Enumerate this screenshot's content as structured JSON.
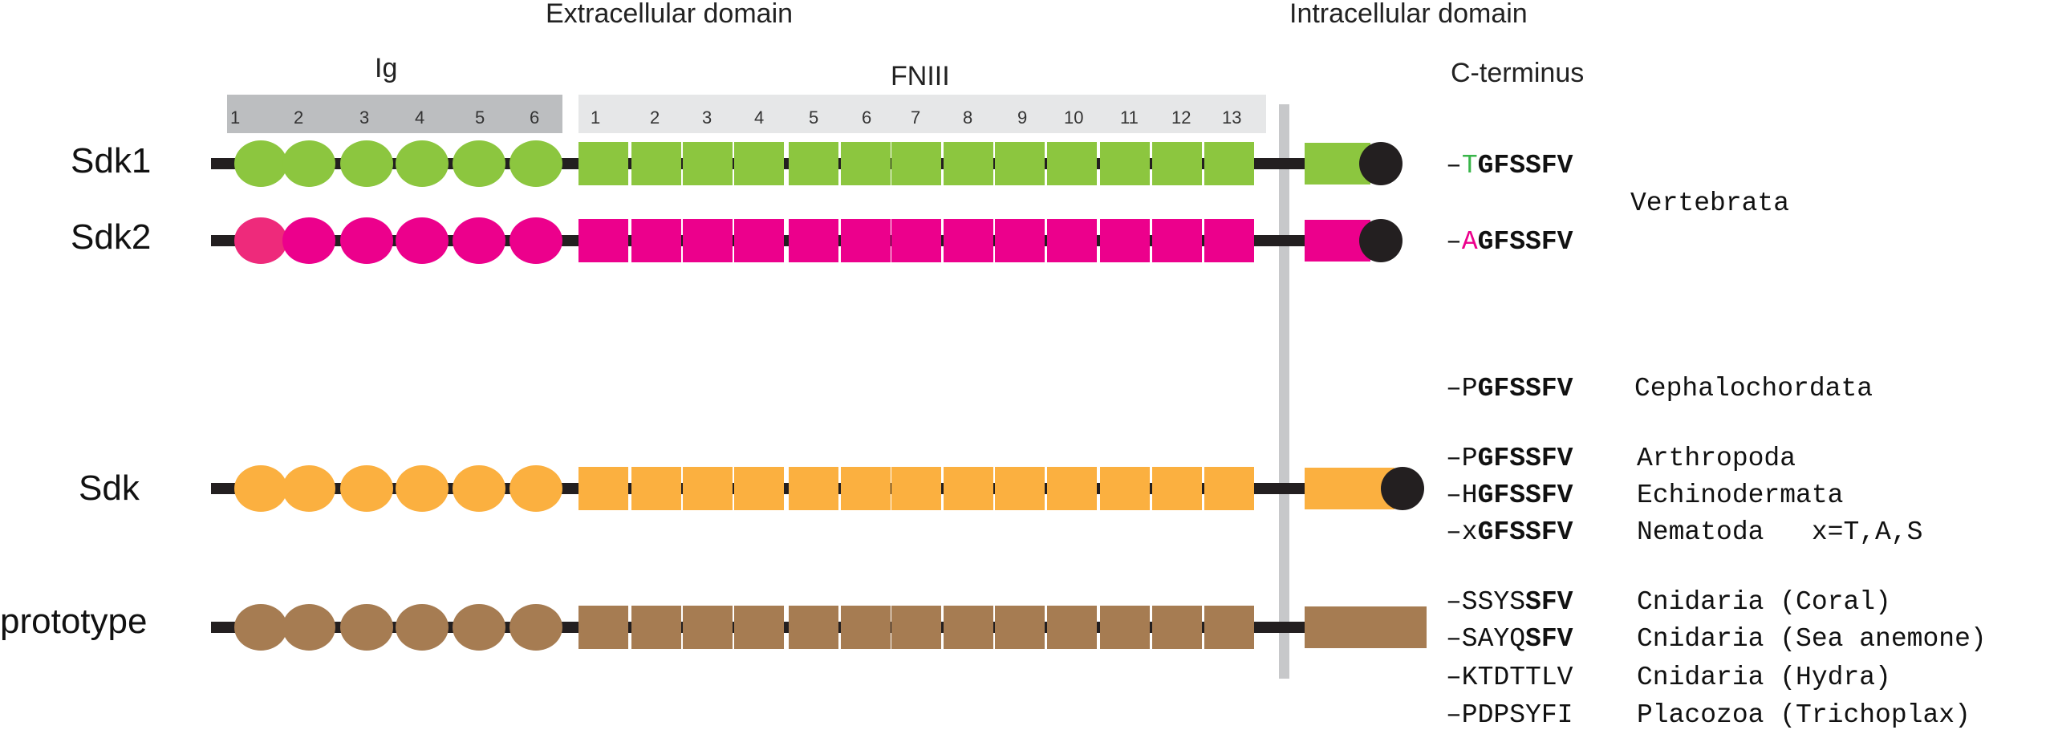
{
  "headers": {
    "extracellular": "Extracellular domain",
    "intracellular": "Intracellular domain",
    "ig": "Ig",
    "fniii": "FNIII",
    "cterminus": "C-terminus"
  },
  "ig_numbers": [
    "1",
    "2",
    "3",
    "4",
    "5",
    "6"
  ],
  "fn_numbers": [
    "1",
    "2",
    "3",
    "4",
    "5",
    "6",
    "7",
    "8",
    "9",
    "10",
    "11",
    "12",
    "13"
  ],
  "colors": {
    "sdk1": "#8cc63f",
    "sdk2": "#ec008c",
    "sdk2_first": "#ee2a7b",
    "sdk": "#fbb040",
    "prototype": "#a67c52",
    "ig_band": "#bcbec0",
    "fn_band": "#e6e7e8",
    "membrane": "#c7c8ca",
    "pdz_end": "#231f20"
  },
  "proteins": [
    {
      "id": "sdk1",
      "label": "Sdk1",
      "terminal": true
    },
    {
      "id": "sdk2",
      "label": "Sdk2",
      "terminal": true
    },
    {
      "id": "sdk",
      "label": "Sdk",
      "terminal": true
    },
    {
      "id": "prototype",
      "label": "prototype",
      "terminal": false
    }
  ],
  "sequences": [
    {
      "prefix": "–",
      "colored": "T",
      "color": "#39b54a",
      "bold": "GFSSFV",
      "plain": ""
    },
    {
      "prefix": "–",
      "colored": "A",
      "color": "#ec008c",
      "bold": "GFSSFV",
      "plain": ""
    },
    {
      "prefix": "–P",
      "colored": "",
      "color": "",
      "bold": "GFSSFV",
      "plain": ""
    },
    {
      "prefix": "–P",
      "colored": "",
      "color": "",
      "bold": "GFSSFV",
      "plain": ""
    },
    {
      "prefix": "–H",
      "colored": "",
      "color": "",
      "bold": "GFSSFV",
      "plain": ""
    },
    {
      "prefix": "–x",
      "colored": "",
      "color": "",
      "bold": "GFSSFV",
      "plain": ""
    },
    {
      "prefix": "–SSYS",
      "colored": "",
      "color": "",
      "bold": "SFV",
      "plain": ""
    },
    {
      "prefix": "–SAYQ",
      "colored": "",
      "color": "",
      "bold": "SFV",
      "plain": ""
    },
    {
      "prefix": "–KTDTTLV",
      "colored": "",
      "color": "",
      "bold": "",
      "plain": ""
    },
    {
      "prefix": "–PDPSYFI",
      "colored": "",
      "color": "",
      "bold": "",
      "plain": ""
    }
  ],
  "taxa": [
    "Vertebrata",
    "Cephalochordata",
    "Arthropoda",
    "Echinodermata",
    "Nematoda   x=T,A,S",
    "Cnidaria (Coral)",
    "Cnidaria (Sea anemone)",
    "Cnidaria (Hydra)",
    "Placozoa (Trichoplax)"
  ]
}
